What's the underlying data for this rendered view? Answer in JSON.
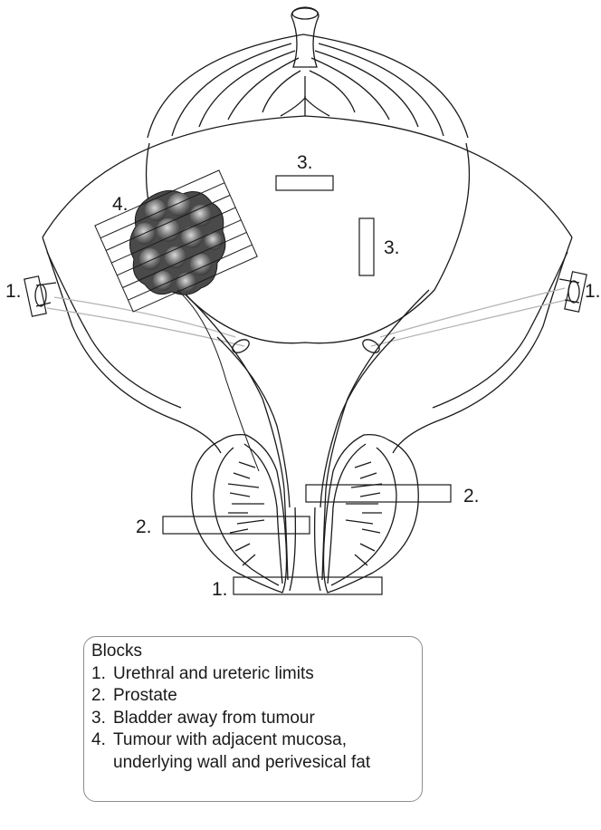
{
  "labels": {
    "block_ureter_left": "1.",
    "block_ureter_right": "1.",
    "block_urethra": "1.",
    "block_prostate_right": "2.",
    "block_prostate_left": "2.",
    "block_bladder_dome": "3.",
    "block_bladder_wall": "3.",
    "block_tumour": "4."
  },
  "legend": {
    "title": "Blocks",
    "items": [
      {
        "num": "1.",
        "text": "Urethral and ureteric limits"
      },
      {
        "num": "2.",
        "text": "Prostate"
      },
      {
        "num": "3.",
        "text": "Bladder away from tumour"
      },
      {
        "num": "4.",
        "text": "Tumour with adjacent mucosa, underlying wall and perivesical fat"
      }
    ]
  },
  "colors": {
    "outline": "#1a1a1a",
    "ureter_path": "#b4b4b4",
    "tumour_dark": "#3c3c3c",
    "tumour_light": "#c8c8c8",
    "legend_border": "#8c8c8c"
  }
}
